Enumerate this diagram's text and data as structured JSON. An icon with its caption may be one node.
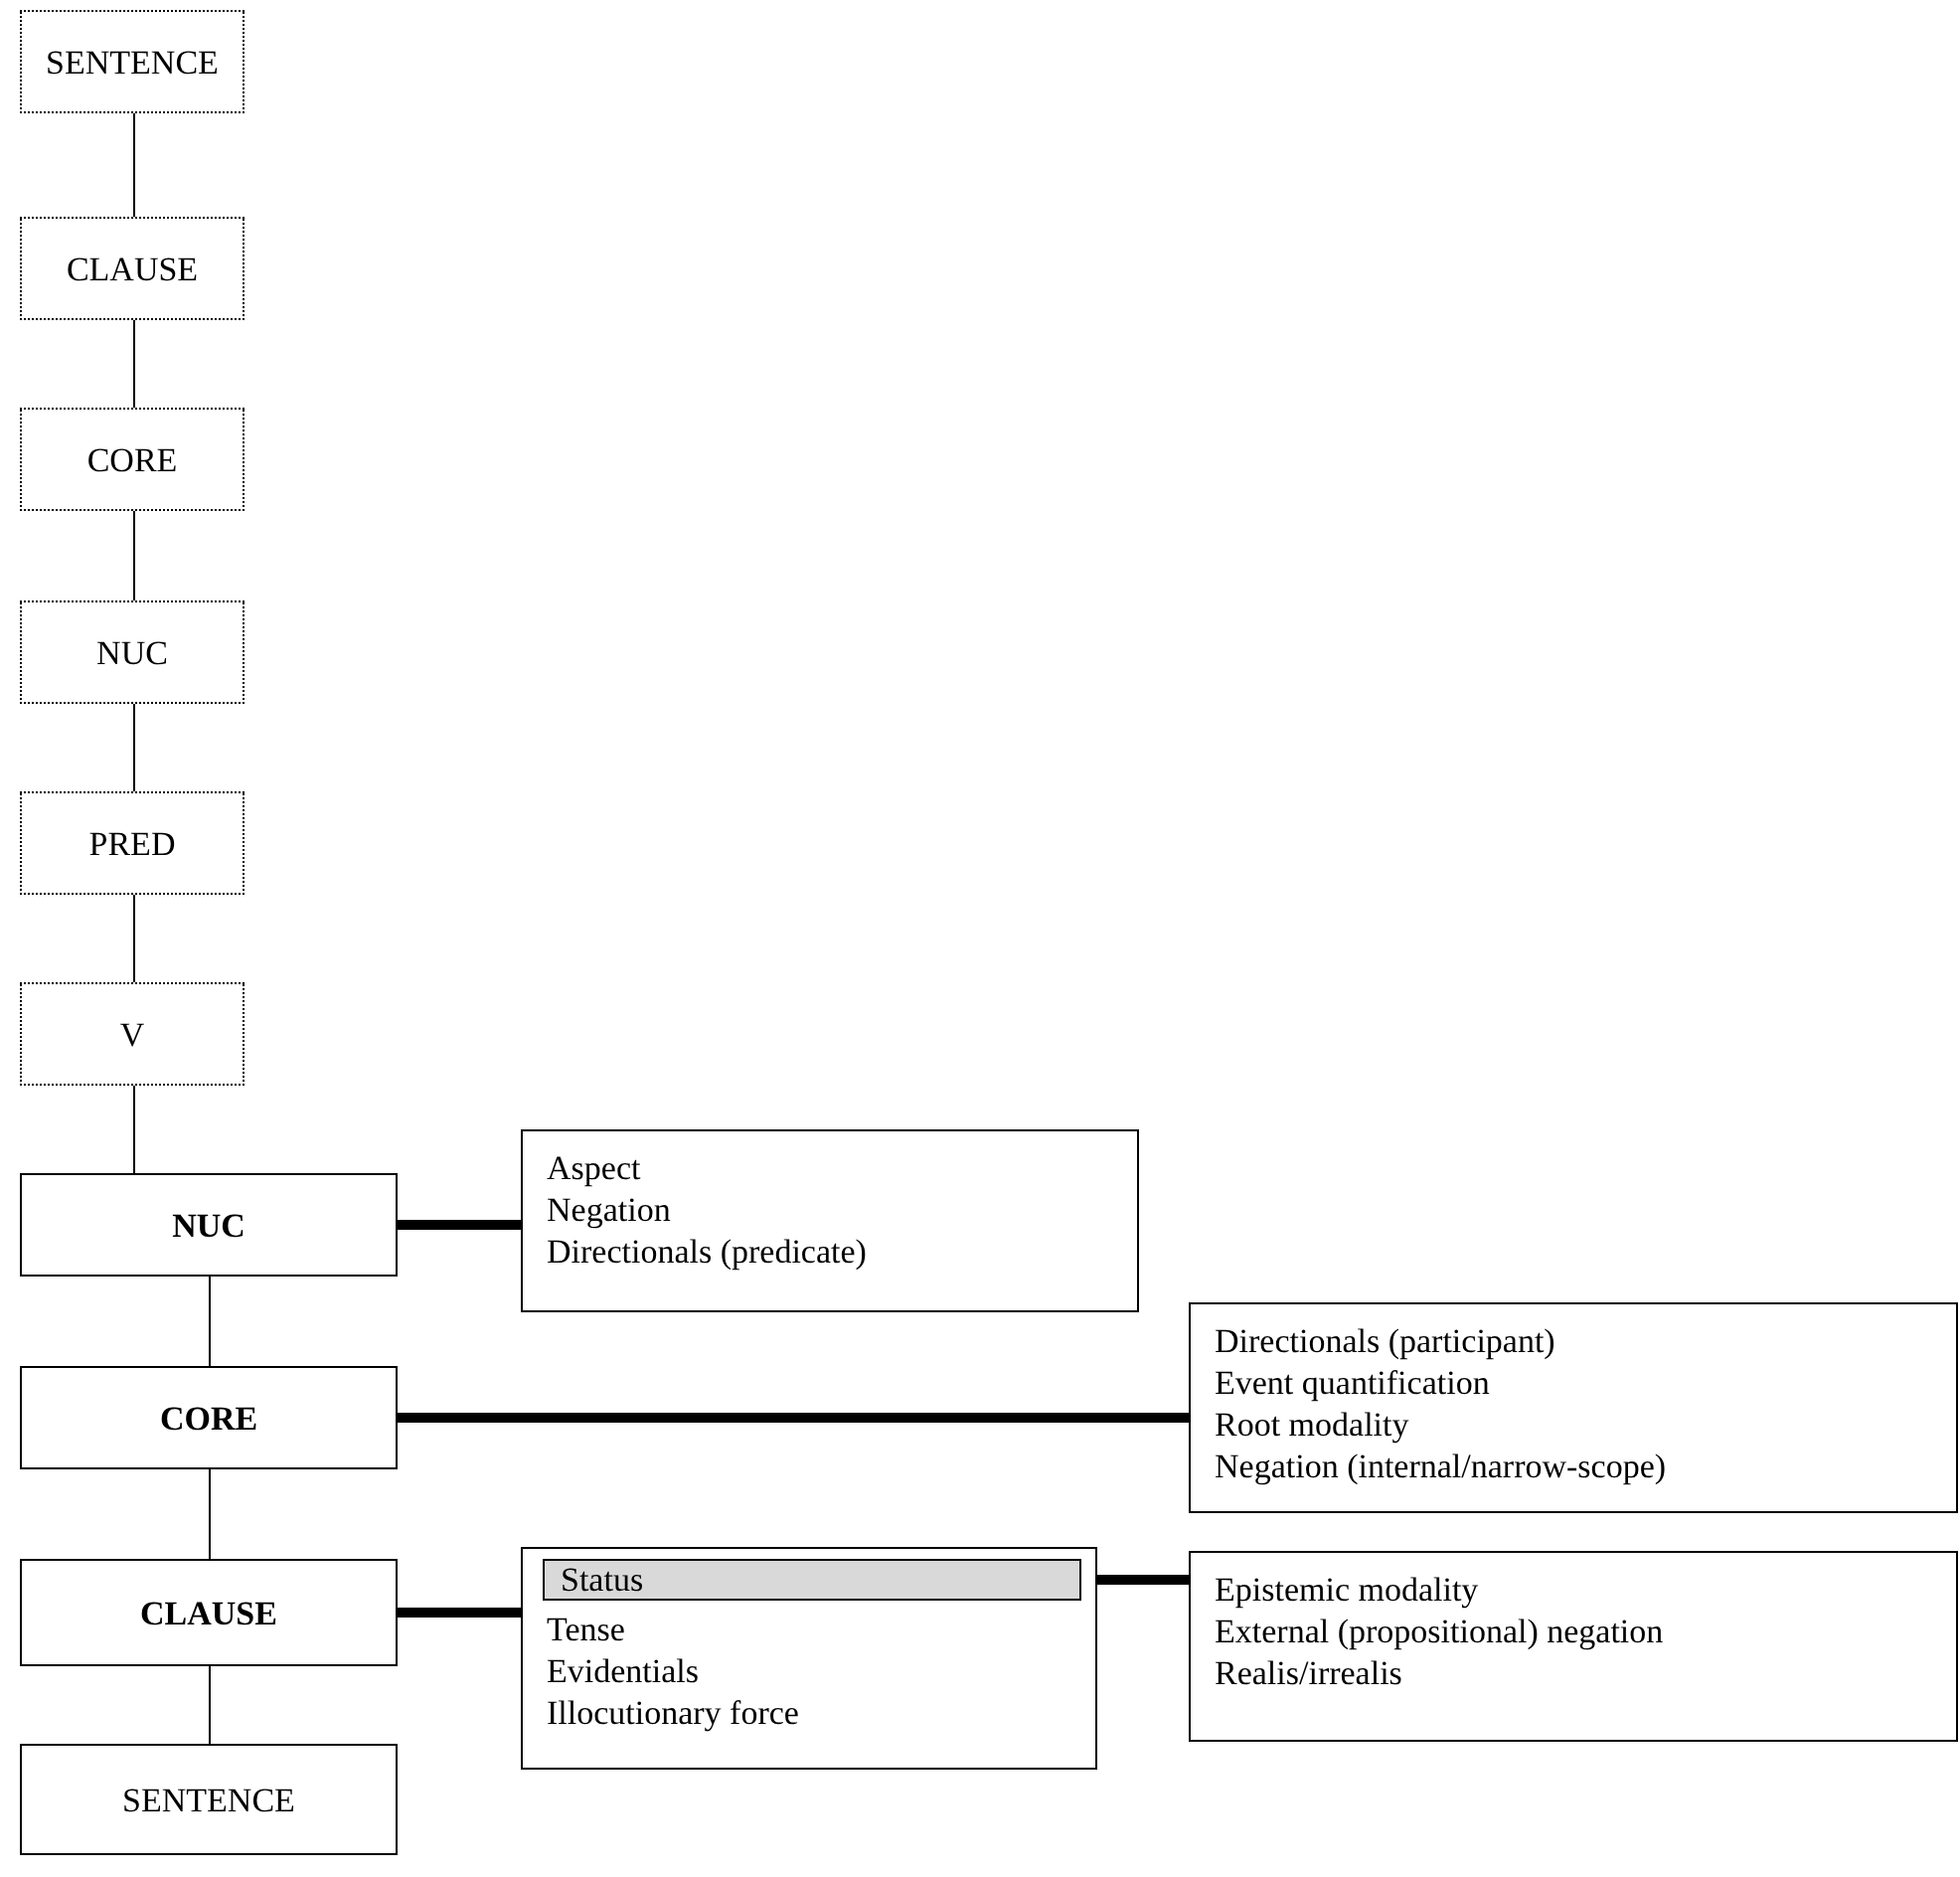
{
  "diagram": {
    "nodes": [
      {
        "text": [
          "SENTENCE"
        ]
      },
      {
        "text": [
          "CLAUSE"
        ]
      },
      {
        "text": [
          "CORE"
        ]
      },
      {
        "text": [
          "NUC"
        ]
      },
      {
        "text": [
          "PRED"
        ]
      },
      {
        "text": [
          "V"
        ]
      },
      {
        "text": [
          "NUC"
        ]
      },
      {
        "text": [
          "CORE"
        ]
      },
      {
        "text": [
          "CLAUSE"
        ]
      },
      {
        "text": [
          "SENTENCE"
        ]
      },
      {
        "text": [
          "Aspect",
          "Negation",
          "Directionals (predicate)"
        ]
      },
      {
        "text": [
          "Directionals (participant)",
          "Event quantification",
          "Root modality",
          "Negation (internal/narrow-scope)"
        ]
      },
      {
        "text": [
          "Tense",
          "Evidentials",
          "Illocutionary force"
        ]
      },
      {
        "text": [
          "Status"
        ],
        "in": 12
      },
      {
        "text": [
          "Epistemic modality",
          "External (propositional) negation",
          "Realis/irrealis"
        ]
      }
    ],
    "edges": [
      {
        "from": 0,
        "to": 1,
        "arrow": "none"
      },
      {
        "from": 1,
        "to": 2,
        "arrow": "none"
      },
      {
        "from": 2,
        "to": 3,
        "arrow": "none"
      },
      {
        "from": 3,
        "to": 4,
        "arrow": "none"
      },
      {
        "from": 4,
        "to": 5,
        "arrow": "none"
      },
      {
        "from": 5,
        "to": 6,
        "arrow": "none"
      },
      {
        "from": 6,
        "to": 7,
        "arrow": "none"
      },
      {
        "from": 7,
        "to": 8,
        "arrow": "none"
      },
      {
        "from": 8,
        "to": 9,
        "arrow": "none"
      },
      {
        "from": 6,
        "to": 10,
        "arrow": "none",
        "style": "thick"
      },
      {
        "from": 7,
        "to": 11,
        "arrow": "none",
        "style": "thick"
      },
      {
        "from": 8,
        "to": 12,
        "arrow": "none",
        "style": "thick"
      },
      {
        "from": 13,
        "to": 14,
        "arrow": "none",
        "style": "thick"
      }
    ]
  }
}
